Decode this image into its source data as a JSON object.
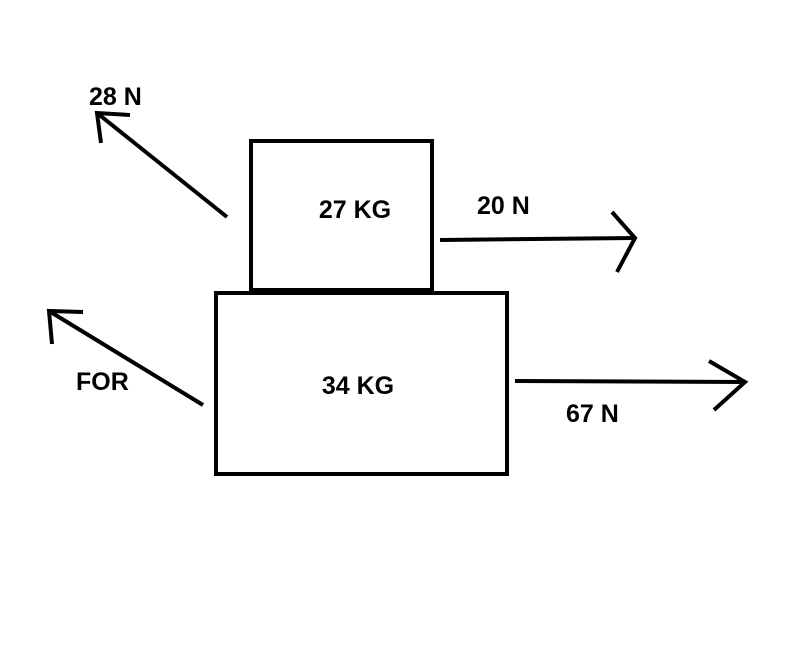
{
  "colors": {
    "background": "#ffffff",
    "ink": "#000000"
  },
  "blocks": {
    "top_mass": "27 KG",
    "bottom_mass": "34 KG"
  },
  "forces": {
    "upper_left": "28 N",
    "upper_right": "20 N",
    "lower_left": "FOR",
    "lower_right": "67 N"
  }
}
